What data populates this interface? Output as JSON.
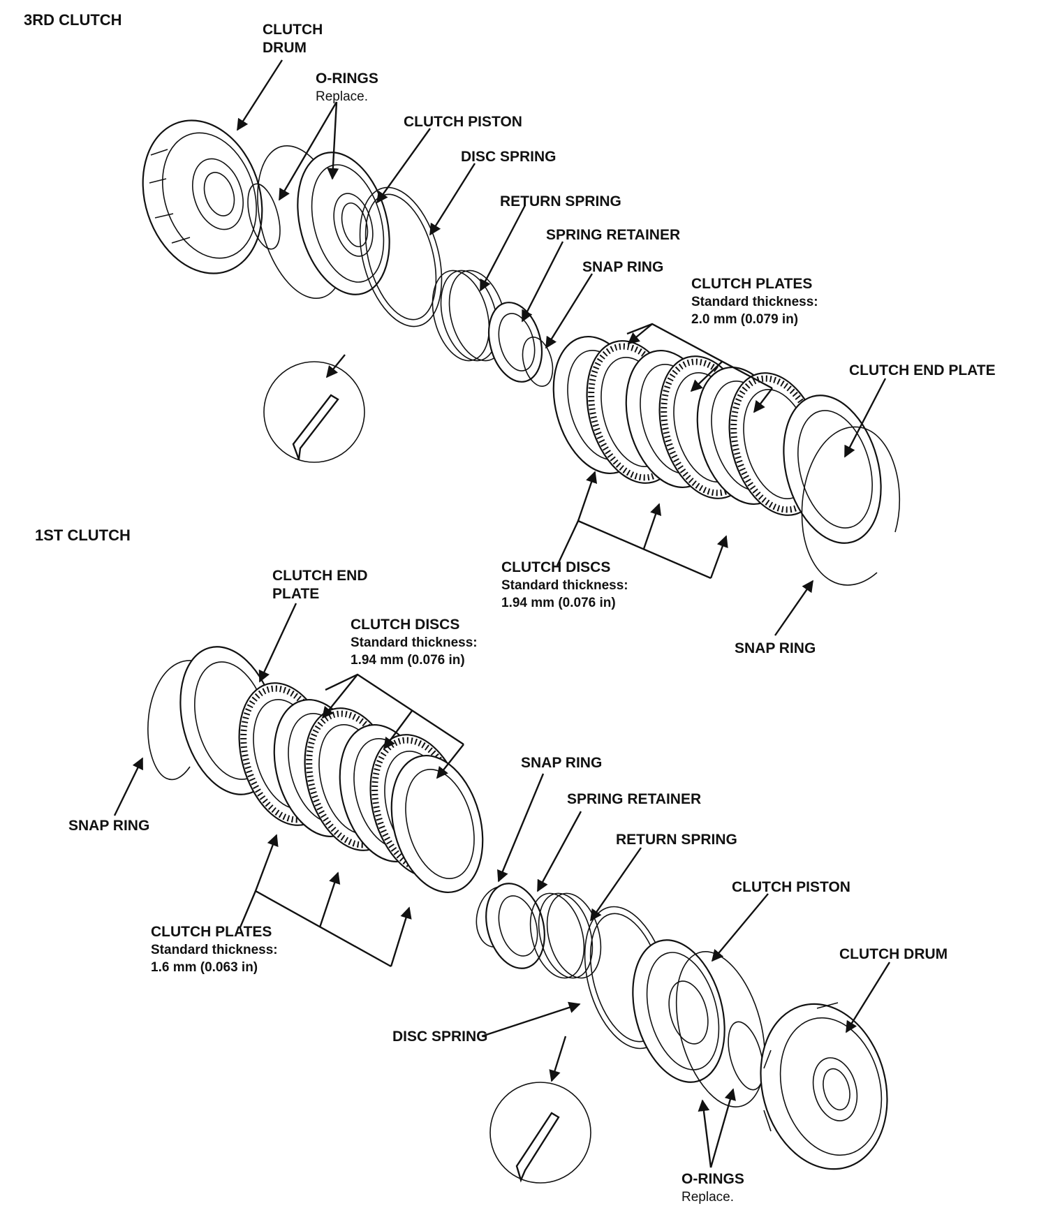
{
  "sections": {
    "third": "3RD CLUTCH",
    "first": "1ST CLUTCH"
  },
  "third_clutch": {
    "clutch_drum": [
      "CLUTCH",
      "DRUM"
    ],
    "o_rings": [
      "O-RINGS",
      "Replace."
    ],
    "clutch_piston": "CLUTCH PISTON",
    "disc_spring": "DISC SPRING",
    "return_spring": "RETURN SPRING",
    "spring_retainer": "SPRING RETAINER",
    "snap_ring": "SNAP RING",
    "clutch_plates": [
      "CLUTCH PLATES",
      "Standard thickness:",
      "2.0 mm (0.079 in)"
    ],
    "clutch_end_plate": "CLUTCH END PLATE",
    "clutch_discs": [
      "CLUTCH DISCS",
      "Standard thickness:",
      "1.94 mm (0.076 in)"
    ],
    "snap_ring_2": "SNAP RING"
  },
  "first_clutch": {
    "clutch_end_plate": [
      "CLUTCH END",
      "PLATE"
    ],
    "clutch_discs": [
      "CLUTCH DISCS",
      "Standard thickness:",
      "1.94 mm (0.076 in)"
    ],
    "snap_ring_left": "SNAP RING",
    "snap_ring": "SNAP RING",
    "spring_retainer": "SPRING RETAINER",
    "return_spring": "RETURN SPRING",
    "clutch_piston": "CLUTCH PISTON",
    "clutch_drum": "CLUTCH DRUM",
    "clutch_plates": [
      "CLUTCH PLATES",
      "Standard thickness:",
      "1.6 mm (0.063 in)"
    ],
    "disc_spring": "DISC SPRING",
    "o_rings": [
      "O-RINGS",
      "Replace."
    ]
  }
}
